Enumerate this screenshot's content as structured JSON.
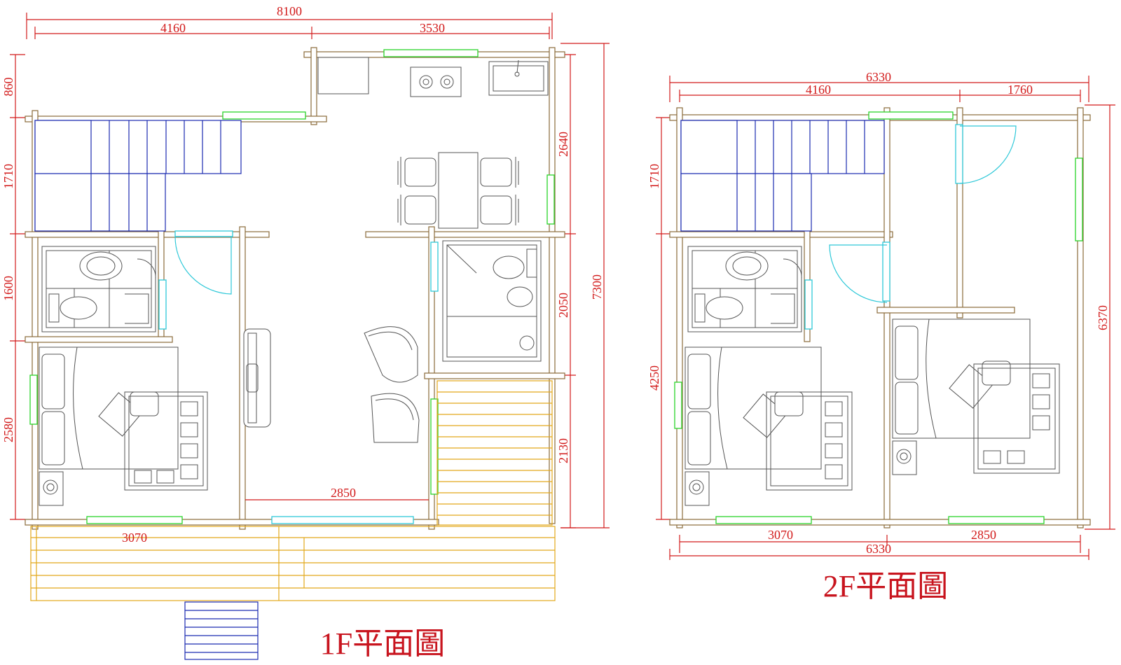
{
  "floor1": {
    "title": "1F平面圖",
    "dims": {
      "top_total": "8100",
      "top_left": "4160",
      "top_right": "3530",
      "left_860": "860",
      "left_1710": "1710",
      "left_1600": "1600",
      "left_2580": "2580",
      "right_2640": "2640",
      "right_2050": "2050",
      "right_2130": "2130",
      "right_total": "7300",
      "inner_2850": "2850",
      "bottom_3070": "3070"
    }
  },
  "floor2": {
    "title": "2F平面圖",
    "dims": {
      "top_total": "6330",
      "top_left": "4160",
      "top_right": "1760",
      "left_1710": "1710",
      "left_4250": "4250",
      "right_total": "6370",
      "bottom_3070": "3070",
      "bottom_2850": "2850",
      "bottom_total": "6330"
    }
  },
  "colors": {
    "dimension": "#d21a1a",
    "wall": "#8a6a3a",
    "stairs": "#1a2ab0",
    "door": "#2ec8d8",
    "window": "#2ad42a",
    "deck": "#e2a81a"
  }
}
